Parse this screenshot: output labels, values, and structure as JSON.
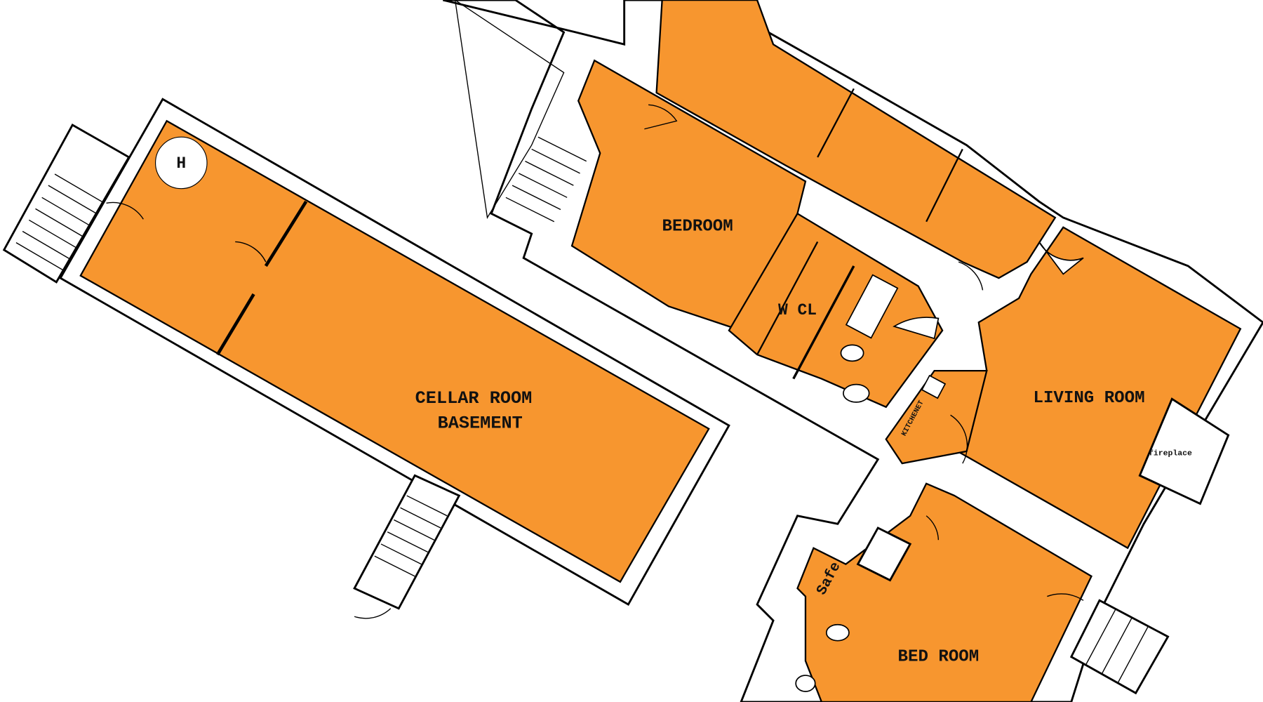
{
  "colors": {
    "room_fill": "#F7962F",
    "wall": "#ffffff",
    "line": "#000000"
  },
  "labels": {
    "heater": "H",
    "cellar_line1": "CELLAR ROOM",
    "cellar_line2": "BASEMENT",
    "bedroom": "BEDROOM",
    "wcl": "W CL",
    "living_room": "LIVING ROOM",
    "kitchenette": "KITCHENET",
    "fireplace": "fireplace",
    "safe": "Safe",
    "bed_room": "BED ROOM"
  }
}
